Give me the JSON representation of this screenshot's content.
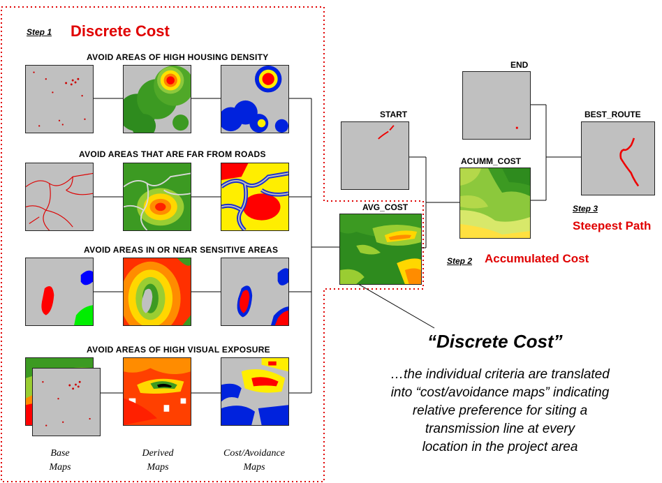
{
  "step1": {
    "step_label": "Step 1",
    "title": "Discrete Cost"
  },
  "rows": [
    {
      "title": "AVOID AREAS OF HIGH HOUSING DENSITY"
    },
    {
      "title": "AVOID AREAS THAT ARE FAR FROM ROADS"
    },
    {
      "title": "AVOID AREAS IN OR NEAR SENSITIVE AREAS"
    },
    {
      "title": "AVOID AREAS OF HIGH VISUAL EXPOSURE"
    }
  ],
  "columns": {
    "base": [
      "Base",
      "Maps"
    ],
    "derived": [
      "Derived",
      "Maps"
    ],
    "cost": [
      "Cost/Avoidance",
      "Maps"
    ]
  },
  "maps": {
    "avg_cost": "AVG_COST",
    "start": "START",
    "end": "END",
    "acumm_cost": "ACUMM_COST",
    "best_route": "BEST_ROUTE"
  },
  "step2": {
    "step_label": "Step 2",
    "title": "Accumulated Cost"
  },
  "step3": {
    "step_label": "Step 3",
    "title": "Steepest Path"
  },
  "callout": {
    "title": "“Discrete Cost”",
    "lines": [
      "…the individual criteria are translated",
      "into “cost/avoidance maps” indicating",
      "relative preference for siting a",
      "transmission line at every",
      "location in the project area"
    ]
  },
  "colors": {
    "accent_red": "#e00000",
    "map_gray": "#c0c0c0",
    "dotted_border": "#e00000"
  }
}
